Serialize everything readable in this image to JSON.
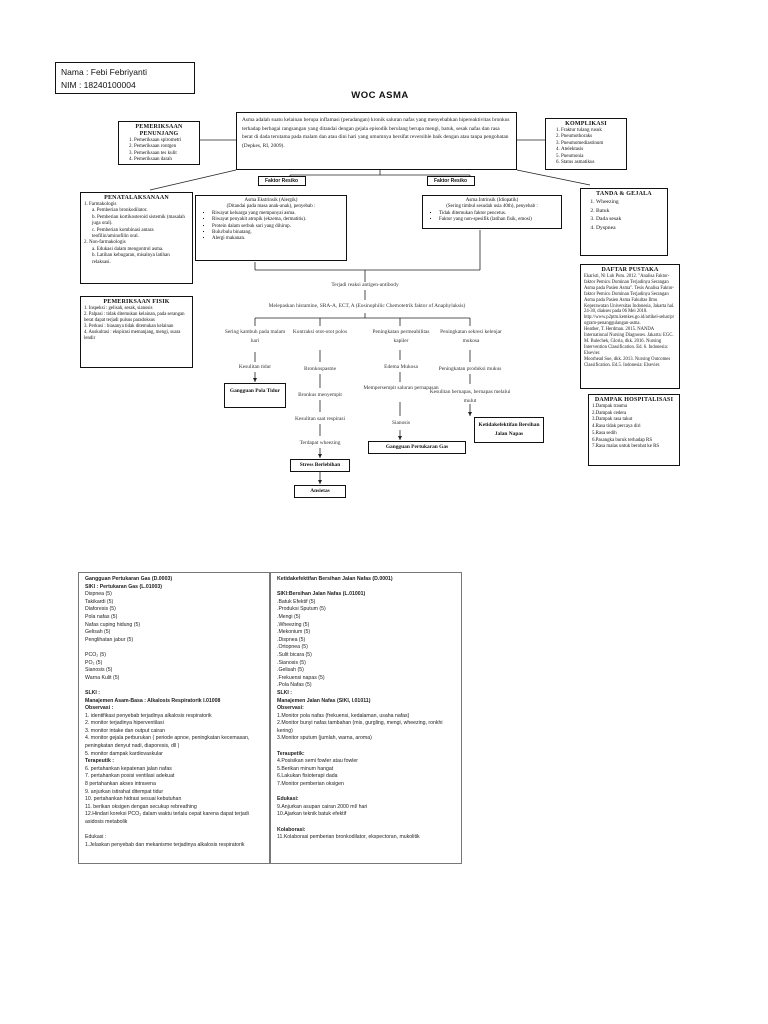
{
  "student": {
    "name_line": "Nama : Febi Febriyanti",
    "nim_line": "NIM : 18240100004"
  },
  "title": "WOC ASMA",
  "definition": "Asma adalah suatu kelainan berupa inflamasi (peradangan) kronik saluran nafas yang menyebabkan hipereaktivitas bronkus terhadap berbagai rangsangan yang ditandai dengan gejala episodik berulang berupa mengi, batuk, sesak nafas dan rasa berat di dada terutama pada malam dan atau dini hari yang umumnya bersifat reversible baik dengan atau tanpa pengobatan (Depkes, RI, 2009).",
  "pemeriksaan_penunjang": {
    "title": "PEMERIKSAAN PENUNJANG",
    "items": [
      "Pemeriksaan spirometri",
      "Pemeriksaan rontgen",
      "Pemeriksaan tes kulit",
      "Pemeriksaan darah"
    ]
  },
  "komplikasi": {
    "title": "KOMPLIKASI",
    "items": [
      "Fraktur tulang rusuk",
      "Pneumothoraks",
      "Pneumomediastinum",
      "Atelektasis",
      "Pneumonia",
      "Status asmatikus"
    ]
  },
  "faktor_resiko_labels": [
    "Faktor Resiko",
    "Faktor Resiko"
  ],
  "penatalaksanaan": {
    "title": "PENATALAKSANAAN",
    "lines": [
      "1.  Farmakologis",
      "a.  Pemberian bronkodilator.",
      "b.  Pemberian kortikosteroid sistemik (masalah juga oral).",
      "c.  Pemberian kombinasi antara teofilin/aminofilin oral.",
      "2.  Non-farmakologis",
      "a.  Edukasi dalam mengontrol asma.",
      "b.  Latihan kebugaran, misalnya latihan relaksasi."
    ]
  },
  "asma_ekstrinsik": {
    "title": "Asma Ekstrinsik (Alergik)",
    "subtitle": "(Ditandai pada masa anak-anak), penyebab :",
    "items": [
      "Riwayat keluarga yang mempunyai asma.",
      "Riwayat penyakit atropik (ekzema, dermatitis).",
      "Protein dalam serbuk sari yang dihirup.",
      "Bulu/bulu binatang.",
      "Alergi makanan."
    ]
  },
  "asma_intrinsik": {
    "title": "Asma Intrinsik (Idiopatik)",
    "subtitle": "(Sering timbul sesudah usia 40th), penyebab :",
    "items": [
      "Tidak ditemukan faktor pencetus.",
      "Faktor yang non-spesifik (latihan fisik, emosi)"
    ]
  },
  "tanda_gejala": {
    "title": "TANDA & GEJALA",
    "items": [
      "Wheezing",
      "Batuk",
      "Dada sesak",
      "Dyspnea"
    ]
  },
  "daftar_pustaka": {
    "title": "DAFTAR PUSTAKA",
    "lines": [
      "Ekaristi, Ni Luh Putu. 2012. \"Analisa Faktor-faktor Pemicu Dominan Terjadinya Serangan Asma pada Pasien Asma\". Tesis Analisa Faktor-faktor Pemicu Dominan Terjadinya Serangan Asma pada Pasien Asma Fakultas Ilmu Keperawatan Universitas Indonesia, Jakarta hal. 24-30, diakses pada 06 Mei 2018.",
      "http://www.p2ptm.kemkes.go.id/artikel-sehat/program-penanggulangan-asma.",
      "Heather, T. Herdman. 2015. NANDA International Nursing Diagnoses. Jakarta: EGC.",
      "M. Bulechek, Gloria, dkk. 2016. Nursing Intervention Classification. Ed. 6. Indonesia: Elsevier.",
      "Moorhead Sue, dkk. 2013. Nursing Outcomes Classification. Ed.5. Indonesia: Elsevier."
    ]
  },
  "pemeriksaan_fisik": {
    "title": "PEMERIKSAAN FISIK",
    "lines": [
      "1.  Inspeksi : gelisah, sesak, sianosis",
      "2.  Palpasi : tidak ditemukan kelainan, pada serangan berat dapat terjadi pulsus paradoksus",
      "3.  Perkusi : biasanya tidak ditemukan kelainan",
      "4.  Auskultasi : ekspirasi memanjang, mengi, suara lendir"
    ]
  },
  "flow": {
    "reaksi": "Terjadi reaksi antigen-antibody",
    "mediator": "Melepaskan histamine, SRA-A, ECT, A (Eosinophilic Chemotetrik faktor of Anaphylaksis)",
    "col1": [
      "Sering kambuh pada malam hari",
      "Kesulitan tidur"
    ],
    "col1_out": "Gangguan Pola Tidur",
    "col2": [
      "Kontraksi otot-otot polos",
      "Bronkospasme",
      "Bronkus menyempit",
      "Kesulitan saat respirasi",
      "Terdapat wheezing"
    ],
    "col2_out": "Stress Berlebihan",
    "col2_out2": "Ansietas",
    "col3": [
      "Peningkatan permeabilitas kapiler",
      "Edema Mukosa",
      "Mempersempit saluran pernapasan",
      "Sianosis"
    ],
    "col3_out": "Gangguan Pertukaran Gas",
    "col4": [
      "Peningkatan sekresi kelenjar mukosa",
      "Peningkatan produksi mukus",
      "Kesulitan bernapas, bernapas melalui mulut"
    ],
    "col4_out": "Ketidakefektifan Bersihan Jalan Napas"
  },
  "dampak": {
    "title": "DAMPAK HOSPITALISASI",
    "items": [
      "1.Dampak trauma",
      "2.Dampak cedera",
      "3.Dampak rasa takut",
      "4.Rasa tidak percaya diri",
      "5.Rasa sedih",
      "6.Pasangka buruk terhadap RS",
      "7.Rasa malas untuk berobat ke RS"
    ]
  },
  "left_box": {
    "lines": [
      "Gangguan Pertukaran Gas (D.0003)",
      "SIKI : Pertukaran Gas (L.01003)",
      "Dispnea (5)",
      "Takikardi (5)",
      "Diaforesis (5)",
      "Pola nafas (5)",
      "Nafas cuping hidung (5)",
      "Gelisah (5)",
      "Penglihatan jabur (5)",
      "",
      "PCO₂ (5)",
      "PO₂ (5)",
      "Sianosis (5)",
      "Warna Kulit (5)",
      "",
      "SLKI :",
      "Manajemen Asam-Basa : Alkalosis Respiratorik I.01008",
      "Observasi :",
      "1. identifikasi penyebab terjadinya alkalosis respiratorik",
      "2. monitor terjadinya hiperventilasi",
      "3. monitor intake dan output cairan",
      "4. monitor gejala perburukan ( periode apnoe, peningkatan kecemasan, peningkatan denyut nadi, diaporesis, dll )",
      "5. monitor dampak kardiovaskular",
      "Terapeutik :",
      "6. pertahankan kepatenan jalan nafas",
      "7. pertahankan posisi ventilasi adekuat",
      "8 pertahankan akses intravena",
      "9. anjurkan istirahat ditempat tidur",
      "10. pertahankan hidrasi sesuai kebutuhan",
      "11. berikan oksigen dengan secukup rebreathing",
      "12.Hindari koreksi PCO₂ dalam waktu terlalu cepat karena dapat terjadi asidosis metabolik",
      "",
      "Edukasi :",
      "1.Jelaskan penyebab dan mekanisme terjadinya alkalosis respiratorik"
    ]
  },
  "right_box": {
    "lines": [
      "Ketidakefektifan Bersihan Jalan Nafas (D.0001)",
      "",
      "SIKI:Bersihan Jalan Nafas (L.01001)",
      ".Batuk Efektif (5)",
      ".Produksi Sputum (5)",
      ".Mengi (5)",
      ".Wheezing (5)",
      ".Mekonium (5)",
      ".Dispnea (5)",
      ".Ortopnea (5)",
      ".Sulit bicara (5)",
      ".Sianosis (5)",
      ".Gelisah (5)",
      ".Frekuensi napas (5)",
      ".Pola Nafas (5)",
      "SLKI :",
      "Manajemen Jalan Nafas (SIKI, I.01011)",
      "Observasi:",
      "1.Monitor pola nafas (frekuensi, kedalaman, usaha nafas)",
      "2.Monitor bunyi nafas tambahan (mis, gurgling, mengi, wheezing, ronkhi kering)",
      "3.Monitor sputum (jumlah, warna, aroma)",
      "",
      "Teraupetik:",
      "4.Posisikan semi fowler atau fowler",
      "5.Berikan minum hangat",
      "6.Lakukan fisioterapi dada",
      "7.Monitor pemberian oksigen",
      "",
      "Edukasi:",
      "9.Anjurkan asupan cairan 2000 ml/ hari",
      "10.Ajarkan teknik batuk efektif",
      "",
      "Kolaborasi:",
      "11.Kolaborasi pemberian bronkodilator, ekspectoran, mukolitik"
    ]
  }
}
